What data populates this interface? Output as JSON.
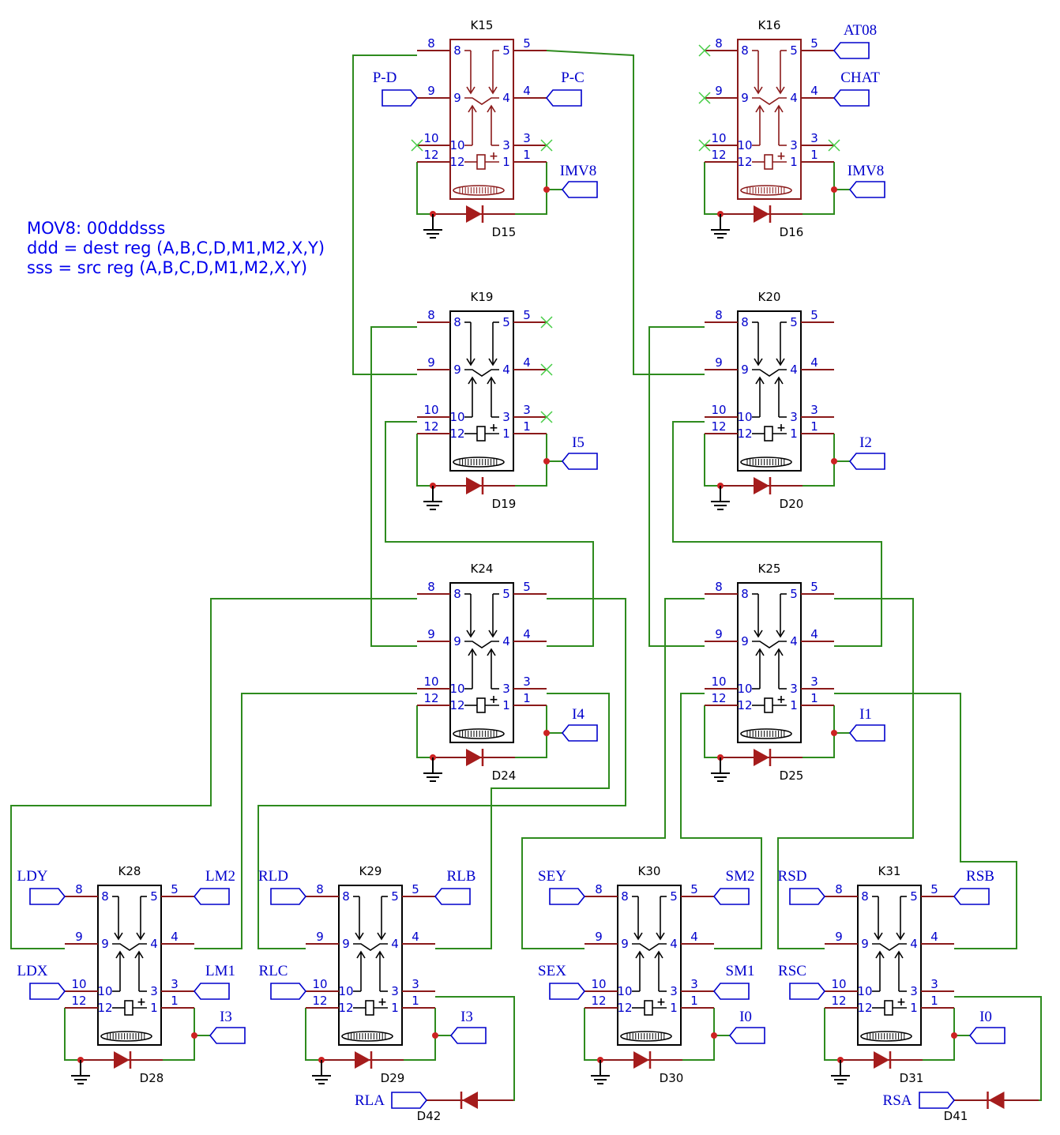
{
  "description": {
    "lines": [
      "MOV8: 00dddsss",
      "ddd = dest reg (A,B,C,D,M1,M2,X,Y)",
      "sss = src reg (A,B,C,D,M1,M2,X,Y)"
    ]
  },
  "pins": [
    "8",
    "9",
    "10",
    "12",
    "5",
    "4",
    "3",
    "1"
  ],
  "colors": {
    "text_blue": "#0000ee",
    "wire_green": "#2e8b1e",
    "relay_red": "#8b1a1a",
    "dot_red": "#cc2222"
  },
  "relays": [
    {
      "ref": "K15",
      "style": "red",
      "diode": "D15",
      "coil_net": "IMV8",
      "nets": {
        "p9": "P-D",
        "p4": "P-C"
      },
      "nc": [
        "p10",
        "p3"
      ]
    },
    {
      "ref": "K16",
      "style": "red",
      "diode": "D16",
      "coil_net": "IMV8",
      "nets": {
        "p5": "AT08",
        "p4": "CHAT"
      },
      "nc": [
        "p8",
        "p9",
        "p10",
        "p3"
      ]
    },
    {
      "ref": "K19",
      "style": "black",
      "diode": "D19",
      "coil_net": "I5",
      "nets": {},
      "nc": [
        "p5",
        "p4",
        "p3"
      ]
    },
    {
      "ref": "K20",
      "style": "black",
      "diode": "D20",
      "coil_net": "I2",
      "nets": {},
      "nc": []
    },
    {
      "ref": "K24",
      "style": "black",
      "diode": "D24",
      "coil_net": "I4",
      "nets": {},
      "nc": []
    },
    {
      "ref": "K25",
      "style": "black",
      "diode": "D25",
      "coil_net": "I1",
      "nets": {},
      "nc": []
    },
    {
      "ref": "K28",
      "style": "black",
      "diode": "D28",
      "coil_net": "I3",
      "nets": {
        "p8": "LDY",
        "p10": "LDX",
        "p5": "LM2",
        "p3": "LM1"
      },
      "nc": []
    },
    {
      "ref": "K29",
      "style": "black",
      "diode": "D29",
      "coil_net": "I3",
      "nets": {
        "p8": "RLD",
        "p10": "RLC",
        "p5": "RLB"
      },
      "nc": []
    },
    {
      "ref": "K30",
      "style": "black",
      "diode": "D30",
      "coil_net": "I0",
      "nets": {
        "p8": "SEY",
        "p10": "SEX",
        "p5": "SM2",
        "p3": "SM1"
      },
      "nc": []
    },
    {
      "ref": "K31",
      "style": "black",
      "diode": "D31",
      "coil_net": "I0",
      "nets": {
        "p8": "RSD",
        "p10": "RSC",
        "p5": "RSB"
      },
      "nc": []
    }
  ],
  "extra_diodes": [
    {
      "ref": "D42",
      "net": "RLA"
    },
    {
      "ref": "D41",
      "net": "RSA"
    }
  ]
}
